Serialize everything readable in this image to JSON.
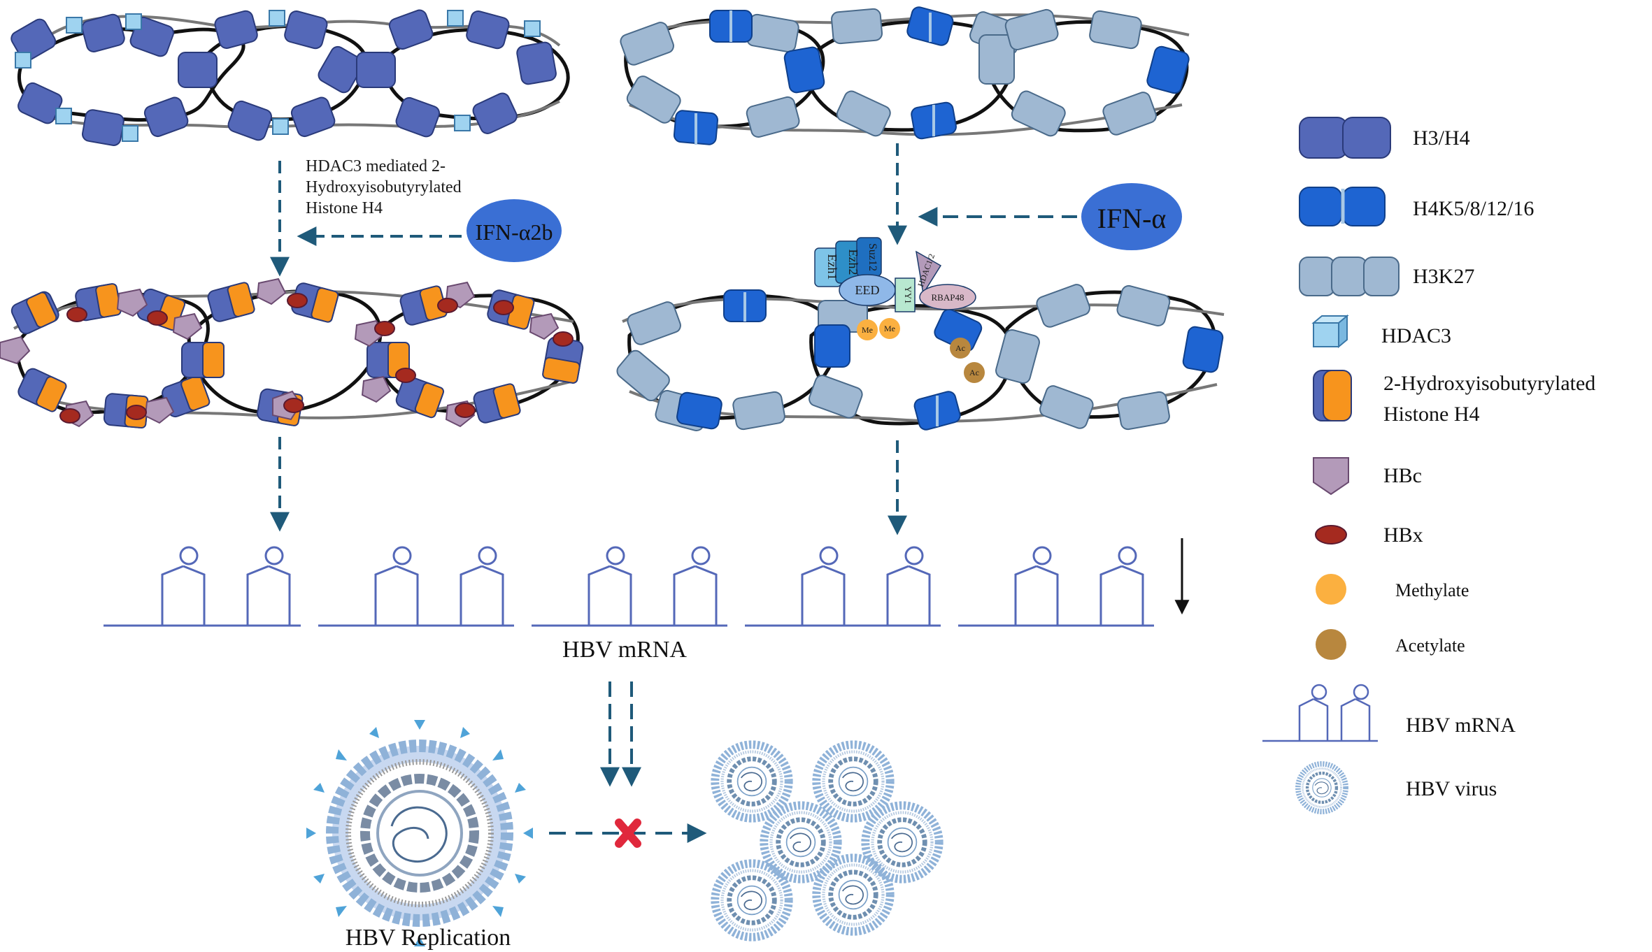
{
  "colors": {
    "h3h4": "#5468b8",
    "h4k": "#1e64d2",
    "h3k27": "#9fb8d2",
    "hdac3": "#9fd3f0",
    "hib": "#f7941d",
    "hbc": "#b39ab9",
    "hbx": "#a52a1f",
    "methylate": "#fbb040",
    "acetylate": "#b8873e",
    "mrna": "#5468b8",
    "ifn_fill": "#3a6fd4",
    "arrow": "#1f5a7a",
    "block": "#e0283c"
  },
  "left_panel": {
    "annotation_line1": "HDAC3 mediated 2-",
    "annotation_line2": "Hydroxyisobutyrylated",
    "annotation_line3": "Histone H4",
    "ifn_label": "IFN-α2b"
  },
  "right_panel": {
    "ifn_label": "IFN-α",
    "complex": {
      "ezh1": "Ezh1",
      "ezh2": "Ezh2",
      "suz12": "Suz12",
      "eed": "EED",
      "yy1": "YY1",
      "hdac12": "HDAC1/2",
      "rbap48": "RBAP48",
      "me": "Me",
      "ac": "Ac"
    }
  },
  "mrna_label": "HBV mRNA",
  "replication_label": "HBV Replication",
  "legend": {
    "items": [
      {
        "icon": "h3h4-nucleosome-icon",
        "label": "H3/H4"
      },
      {
        "icon": "h4k-nucleosome-icon",
        "label": "H4K5/8/12/16"
      },
      {
        "icon": "h3k27-nucleosome-icon",
        "label": "H3K27"
      },
      {
        "icon": "hdac3-cube-icon",
        "label": "HDAC3"
      },
      {
        "icon": "hib-histone-icon",
        "label_line1": "2-Hydroxyisobutyrylated",
        "label_line2": "Histone H4"
      },
      {
        "icon": "hbc-pentagon-icon",
        "label": "HBc"
      },
      {
        "icon": "hbx-oval-icon",
        "label": "HBx"
      },
      {
        "icon": "methylate-circle-icon",
        "label": "Methylate"
      },
      {
        "icon": "acetylate-circle-icon",
        "label": "Acetylate"
      },
      {
        "icon": "hbv-mrna-icon",
        "label": "HBV mRNA"
      },
      {
        "icon": "hbv-virus-icon",
        "label": "HBV virus"
      }
    ]
  }
}
